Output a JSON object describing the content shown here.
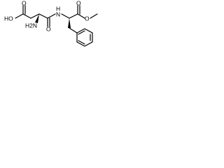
{
  "structure": {
    "atoms": {
      "ho": "HO",
      "carbonyl_o_acid": "O",
      "nh2": "H2N",
      "amide_o": "O",
      "nh": "H",
      "nh_n": "N",
      "ester_o_double": "O",
      "ester_o_single": "O"
    }
  },
  "colors": {
    "line": "#000000",
    "background": "#ffffff"
  }
}
